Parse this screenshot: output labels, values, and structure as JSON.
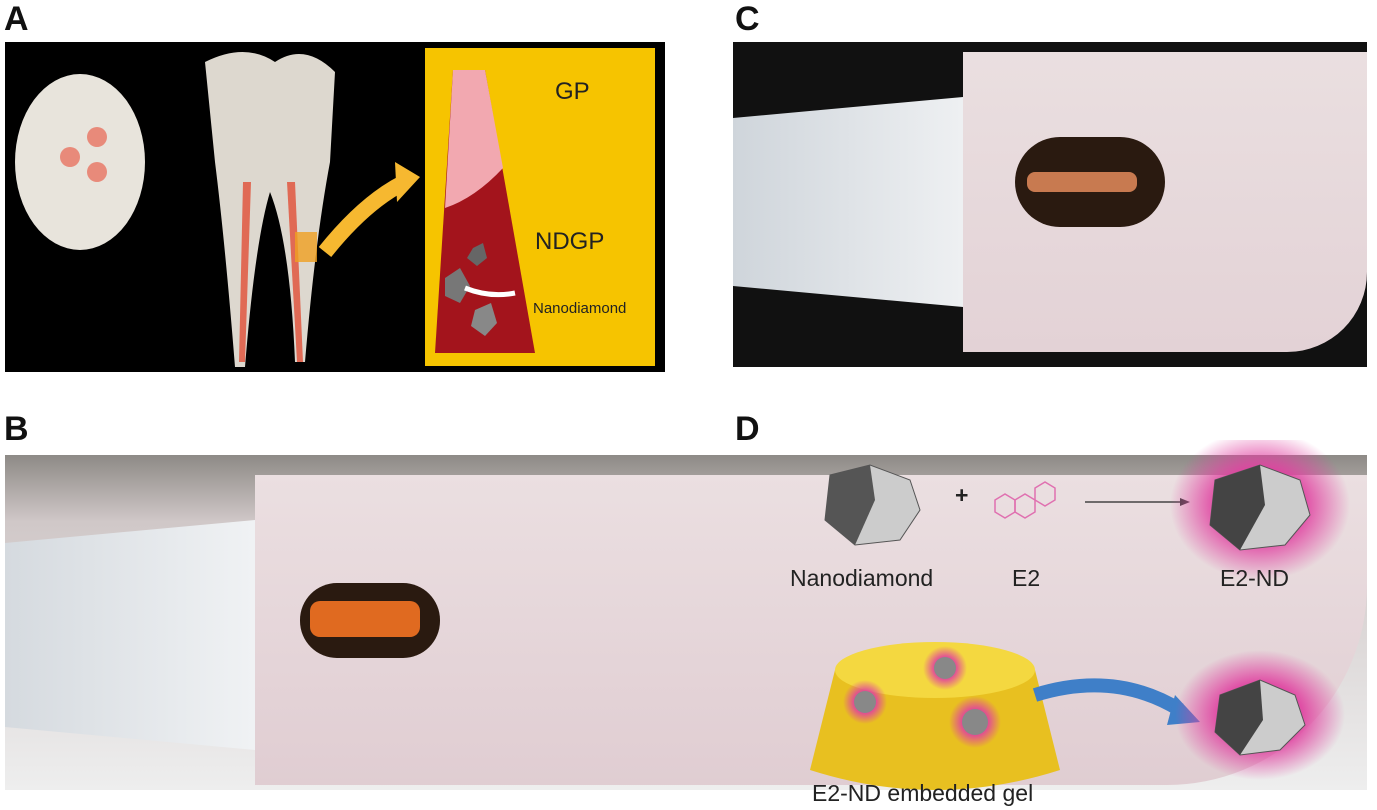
{
  "panels": {
    "a": {
      "label": "A",
      "gp": "GP",
      "ndgp": "NDGP",
      "nanodiamond": "Nanodiamond"
    },
    "b": {
      "label": "B"
    },
    "c": {
      "label": "C"
    },
    "d": {
      "label": "D",
      "plus": "+",
      "nanodiamond": "Nanodiamond",
      "e2": "E2",
      "e2nd": "E2-ND",
      "gel": "E2-ND embedded gel"
    }
  },
  "colors": {
    "inset_yellow": "#f6c400",
    "gutta_red": "#a3141c",
    "glow_pink": "#e040a0",
    "gel_yellow": "#e8c020",
    "arrow_blue": "#3f7fc8"
  }
}
